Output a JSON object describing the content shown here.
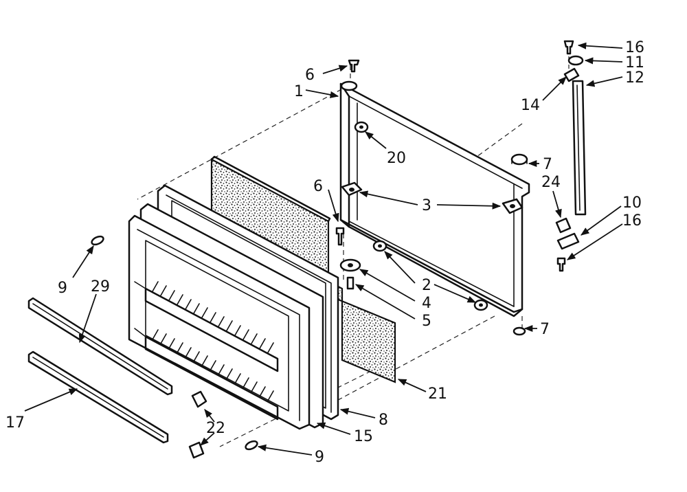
{
  "diagram": {
    "labels": {
      "p1": "1",
      "p2": "2",
      "p3": "3",
      "p4": "4",
      "p5": "5",
      "p6_top": "6",
      "p6_mid": "6",
      "p7_top": "7",
      "p7_bot": "7",
      "p8": "8",
      "p9_left": "9",
      "p9_bot": "9",
      "p10": "10",
      "p11": "11",
      "p12": "12",
      "p14": "14",
      "p15": "15",
      "p16_top": "16",
      "p16_mid": "16",
      "p17": "17",
      "p20": "20",
      "p21": "21",
      "p22": "22",
      "p24": "24",
      "p29": "29"
    }
  }
}
